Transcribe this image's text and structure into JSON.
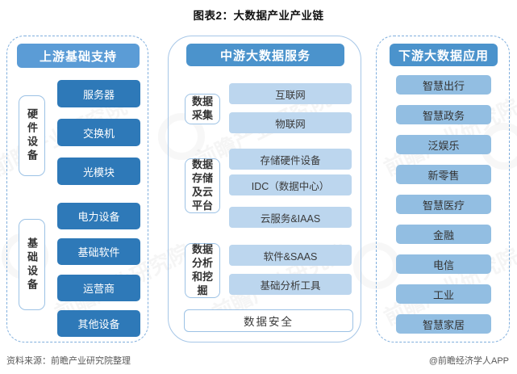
{
  "title": "图表2：大数据产业产业链",
  "watermark": {
    "text": "前瞻产业研究院"
  },
  "upstream": {
    "header": "上游基础支持",
    "groups": [
      {
        "label": "硬件设备",
        "items": [
          "服务器",
          "交换机",
          "光模块"
        ]
      },
      {
        "label": "基础设备",
        "items": [
          "电力设备",
          "基础软件",
          "运营商",
          "其他设备"
        ]
      }
    ]
  },
  "midstream": {
    "header": "中游大数据服务",
    "groups": [
      {
        "label": "数据采集",
        "items": [
          "互联网",
          "物联网"
        ]
      },
      {
        "label": "数据存储及云平台",
        "items": [
          "存储硬件设备",
          "IDC（数据中心）",
          "云服务&IAAS"
        ]
      },
      {
        "label": "数据分析和挖掘",
        "items": [
          "软件&SAAS",
          "基础分析工具"
        ]
      }
    ],
    "bottom_item": "数据安全"
  },
  "downstream": {
    "header": "下游大数据应用",
    "items": [
      "智慧出行",
      "智慧政务",
      "泛娱乐",
      "新零售",
      "智慧医疗",
      "金融",
      "电信",
      "工业",
      "智慧家居"
    ]
  },
  "footer": {
    "source": "资料来源：前瞻产业研究院整理",
    "credit": "@前瞻经济学人APP"
  },
  "colors": {
    "upstream_header_bg": "#5B9CD6",
    "midstream_header_bg": "#4B93CC",
    "downstream_header_bg": "#4B93CC",
    "upstream_item_bg": "#2E79B8",
    "midstream_item_bg": "#BCD6EE",
    "downstream_item_bg": "#92BEE2",
    "panel_outline": "#7FAEDD",
    "label_border": "#9CC2E5",
    "item_text_dark": "#3A3A3A",
    "footer_text": "#595959"
  }
}
